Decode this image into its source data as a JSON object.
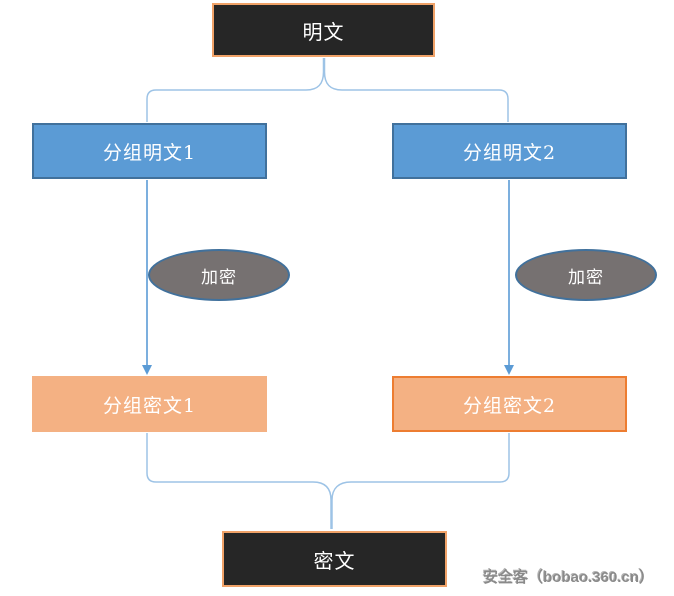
{
  "nodes": {
    "plaintext": {
      "label": "明文"
    },
    "block_plain_1": {
      "label": "分组明文1"
    },
    "block_plain_2": {
      "label": "分组明文2"
    },
    "encrypt_1": {
      "label": "加密"
    },
    "encrypt_2": {
      "label": "加密"
    },
    "block_cipher_1": {
      "label": "分组密文1"
    },
    "block_cipher_2": {
      "label": "分组密文2"
    },
    "ciphertext": {
      "label": "密文"
    }
  },
  "edges": [
    {
      "from": "plaintext",
      "to": "block_plain_1",
      "type": "split-brace"
    },
    {
      "from": "plaintext",
      "to": "block_plain_2",
      "type": "split-brace"
    },
    {
      "from": "block_plain_1",
      "to": "block_cipher_1",
      "type": "arrow",
      "via": "encrypt_1"
    },
    {
      "from": "block_plain_2",
      "to": "block_cipher_2",
      "type": "arrow",
      "via": "encrypt_2"
    },
    {
      "from": "block_cipher_1",
      "to": "ciphertext",
      "type": "merge-brace"
    },
    {
      "from": "block_cipher_2",
      "to": "ciphertext",
      "type": "merge-brace"
    }
  ],
  "watermark": {
    "text": "安全客（bobao.360.cn）"
  },
  "colors": {
    "dark_fill": "#262626",
    "dark_border": "#F0A268",
    "blue_fill": "#5B9BD5",
    "blue_border": "#41719C",
    "orange_fill": "#F4B183",
    "orange_border": "#ED7D31",
    "ellipse_fill": "#767171",
    "ellipse_border": "#41719C",
    "brace_line": "#9DC3E6",
    "arrow_line": "#5B9BD5",
    "background": "#FFFFFF",
    "node_text": "#FFFFFF",
    "watermark_text": "#8A8A8A"
  }
}
